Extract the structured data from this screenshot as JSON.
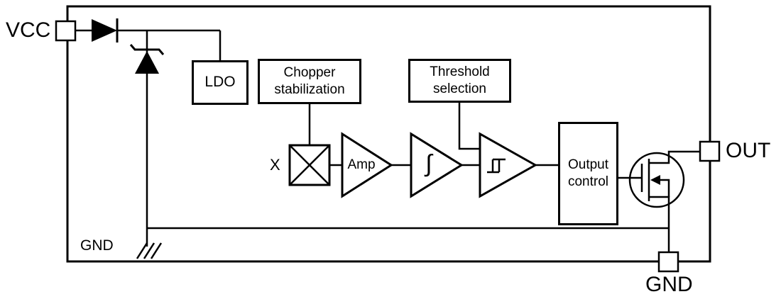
{
  "diagram": {
    "pins": {
      "vcc": "VCC",
      "out": "OUT",
      "gnd": "GND"
    },
    "blocks": {
      "ldo": "LDO",
      "chopper": "Chopper stabilization",
      "threshold": "Threshold selection",
      "output_control": "Output control"
    },
    "labels": {
      "hall_input": "X",
      "amplifier": "Amp",
      "integrator": "∫",
      "gnd_rail": "GND"
    },
    "colors": {
      "line": "#000000",
      "background": "#ffffff"
    }
  }
}
